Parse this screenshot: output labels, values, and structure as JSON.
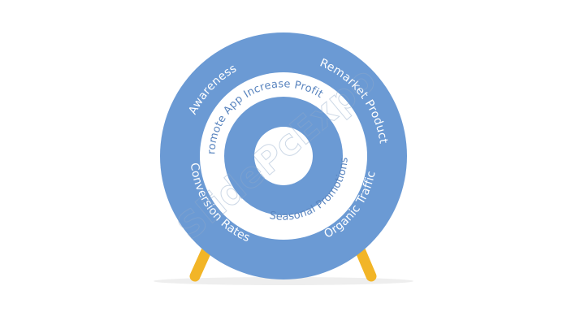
{
  "colors": {
    "ring_blue": "#6b9ad4",
    "ring_white": "#ffffff",
    "text_white": "#ffffff",
    "text_blue": "#5a85bf",
    "stand_orange": "#f2b527",
    "shadow": "#eeeeee",
    "watermark": "#8fa9c9"
  },
  "target": {
    "outer_ring_labels": [
      "Awareness",
      "Remarket Product",
      "Organic Traffic",
      "Conversion Rates"
    ],
    "middle_ring_labels": [
      "Increase Profit",
      "Seasonal Promotions",
      "Promote App"
    ]
  },
  "watermark": "SlidePcExpo"
}
